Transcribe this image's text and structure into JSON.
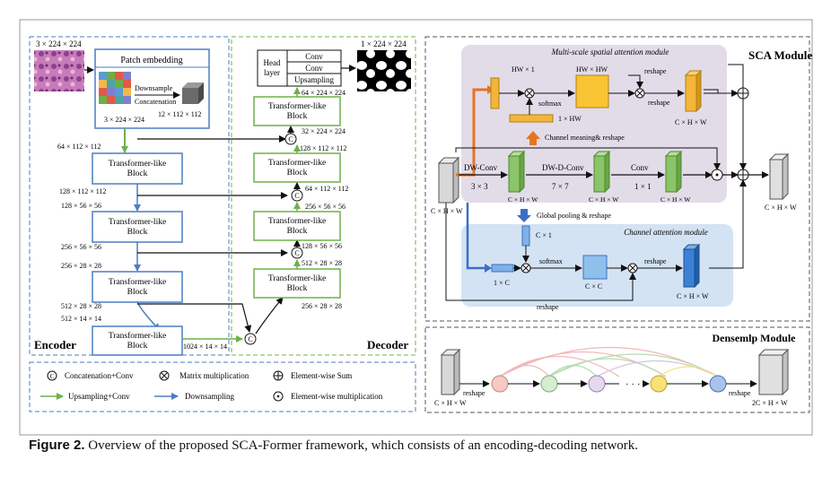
{
  "encoder": {
    "title": "Encoder",
    "input_size": "3 × 224 × 224",
    "patch_embedding": "Patch embedding",
    "downsample": "Downsample",
    "concatenation": "Concatenation",
    "patch_size": "3 × 224 × 224",
    "patch_out": "12 × 112 × 112",
    "blocks": [
      {
        "label": "Transformer-like Block",
        "in": "64 × 112 × 112",
        "out": "128 × 112 × 112"
      },
      {
        "label": "Transformer-like Block",
        "in": "128 × 56 × 56",
        "out": "256 × 56 × 56"
      },
      {
        "label": "Transformer-like Block",
        "in": "256 × 28 × 28",
        "out": "512 × 28 × 28"
      },
      {
        "label": "Transformer-like Block",
        "in": "512 × 14 × 14",
        "out": "1024 × 14 × 14"
      }
    ]
  },
  "decoder": {
    "title": "Decoder",
    "head_layer": "Head layer",
    "head_rows": [
      "Conv",
      "Conv",
      "Upsampling"
    ],
    "output_size": "1 × 224 × 224",
    "blocks": [
      {
        "label": "Transformer-like Block",
        "top": "64 × 224 × 224",
        "below": "32 × 224 × 224"
      },
      {
        "label": "Transformer-like Block",
        "top": "128 × 112 × 112",
        "below": "64 × 112 × 112"
      },
      {
        "label": "Transformer-like Block",
        "top": "256 × 56 × 56",
        "below": "128 × 56 × 56"
      },
      {
        "label": "Transformer-like Block",
        "top": "512 × 28 × 28",
        "below": "256 × 28 × 28"
      }
    ]
  },
  "legend": {
    "concat": "Concatenation+Conv",
    "matmul": "Matrix multiplication",
    "sum": "Element-wise Sum",
    "upsampling": "Upsampling+Conv",
    "downsampling": "Downsampling",
    "mult": "Element-wise multiplication"
  },
  "sca": {
    "title": "SCA Module",
    "spatial_title": "Multi-scale spatial attention module",
    "channel_title": "Channel attention module",
    "hw1": "HW × 1",
    "hwhw": "HW × HW",
    "one_hw": "1 × HW",
    "softmax": "softmax",
    "reshape": "reshape",
    "chw": "C × H × W",
    "channel_meaning": "Channel meaning& reshape",
    "dwconv": "DW-Conv",
    "dwdconv": "DW-D-Conv",
    "conv": "Conv",
    "k3": "3 × 3",
    "k7": "7 × 7",
    "k1": "1 × 1",
    "global_pool": "Global pooling & reshape",
    "c1": "C × 1",
    "one_c": "1 × C",
    "cc": "C × C"
  },
  "dense": {
    "title": "Densemlp Module",
    "reshape": "reshape",
    "in_size": "C × H × W",
    "out_size": "2C × H × W",
    "dots": "· · ·"
  },
  "caption": {
    "label": "Figure 2.",
    "text": " Overview of the proposed SCA-Former framework, which consists of an encoding-decoding network."
  },
  "colors": {
    "encoder_blue": "#4a7ec2",
    "decoder_green": "#6fb04a",
    "spatial_bg": "#e2dce9",
    "channel_bg": "#d3e3f3",
    "orange_arrow": "#e8731f"
  }
}
